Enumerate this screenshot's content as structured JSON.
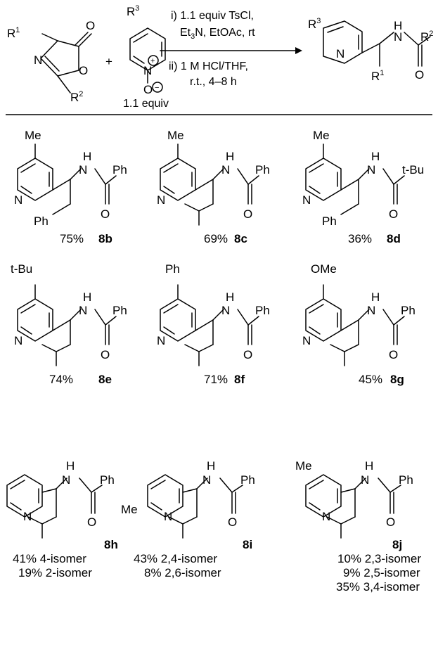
{
  "reaction": {
    "reagent_equiv": "1.1 equiv",
    "plus": "+",
    "condition_1": "i) 1.1 equiv TsCl,",
    "condition_2": "Et3N, EtOAc, rt",
    "condition_3": "ii) 1 M HCl/THF,",
    "condition_4": "r.t., 4–8 h"
  },
  "labels": {
    "R1": "R",
    "R2": "R",
    "R3": "R",
    "sup1": "1",
    "sup2": "2",
    "sup3": "3",
    "O": "O",
    "N": "N",
    "H": "H",
    "Me": "Me",
    "Ph": "Ph",
    "tBu": "t-Bu",
    "OMe": "OMe",
    "plus_charge": "+",
    "minus_charge": "−"
  },
  "products": [
    {
      "id": "8b",
      "yield": "75%"
    },
    {
      "id": "8c",
      "yield": "69%"
    },
    {
      "id": "8d",
      "yield": "36%"
    },
    {
      "id": "8e",
      "yield": "74%"
    },
    {
      "id": "8f",
      "yield": "71%"
    },
    {
      "id": "8g",
      "yield": "45%"
    },
    {
      "id": "8h",
      "lines": [
        "41% 4-isomer",
        "19% 2-isomer"
      ]
    },
    {
      "id": "8i",
      "lines": [
        "43% 2,4-isomer",
        "8% 2,6-isomer"
      ]
    },
    {
      "id": "8j",
      "lines": [
        "10% 2,3-isomer",
        "9% 2,5-isomer",
        "35% 3,4-isomer"
      ]
    }
  ]
}
